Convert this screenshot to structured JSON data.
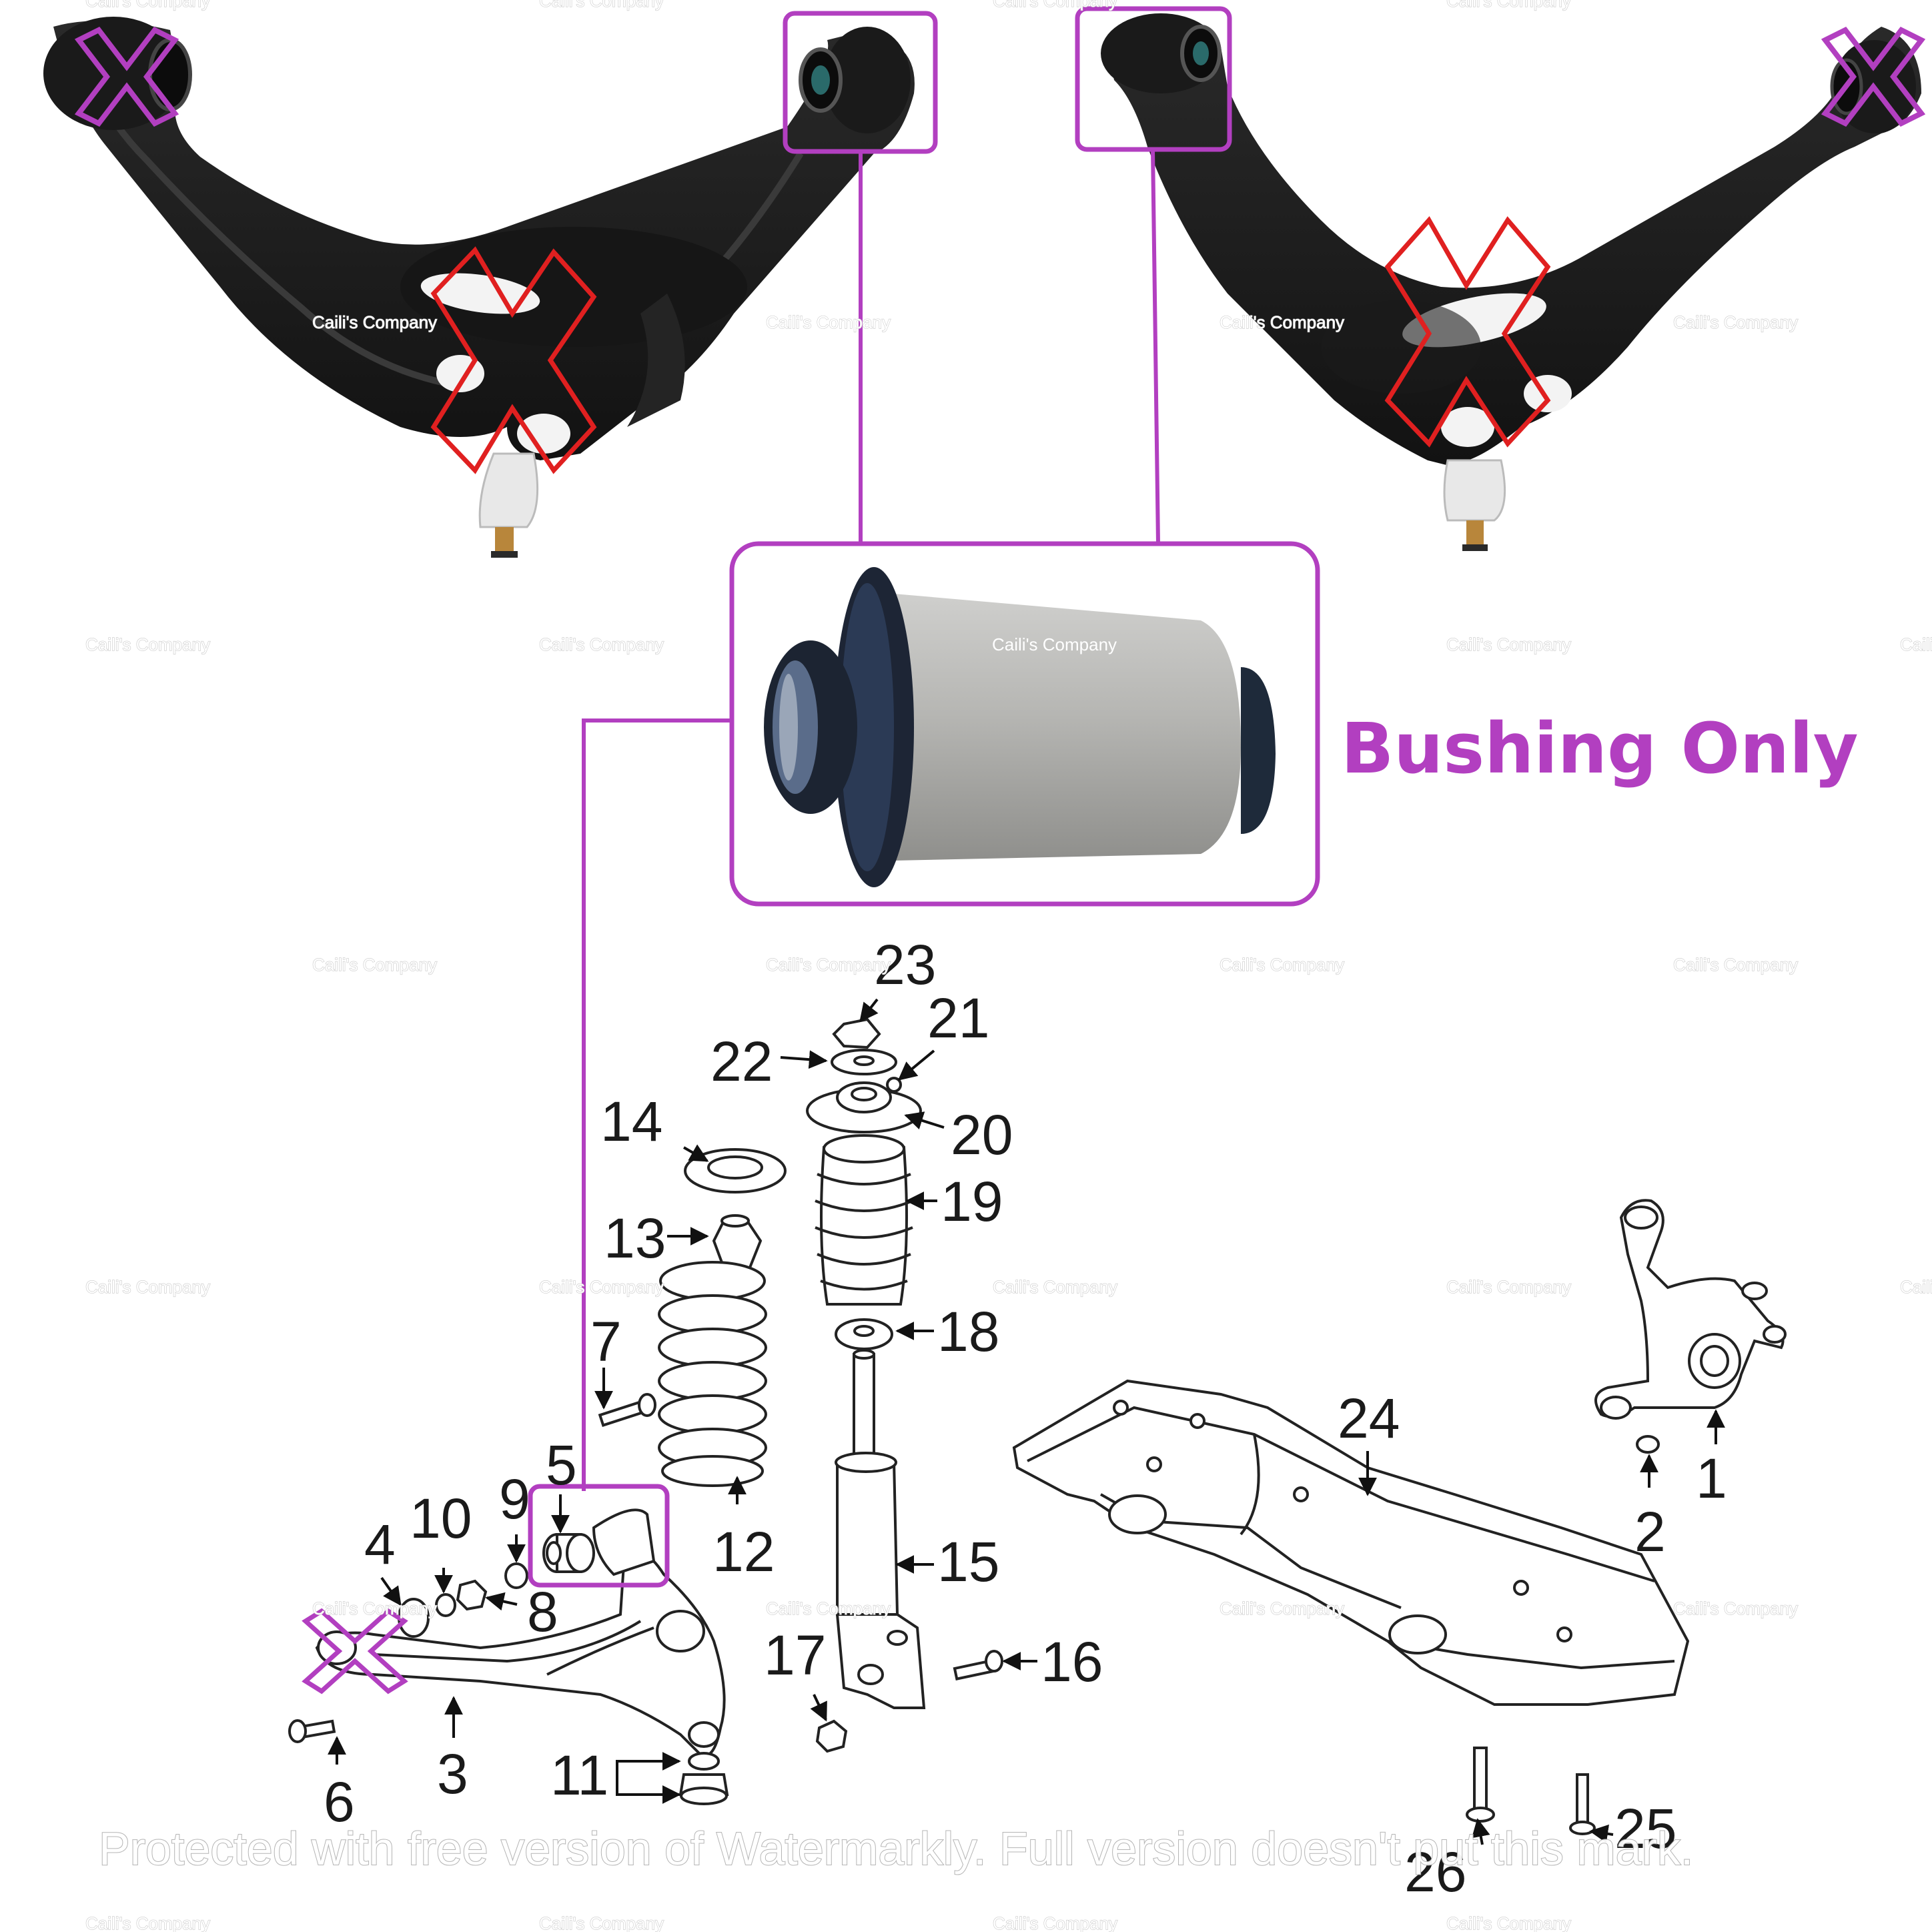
{
  "title": "Bushing Only",
  "colors": {
    "accent": "#b23fc0",
    "reject": "#e02020",
    "arm": "#1c1c1c",
    "bushing": "#a9a9a7"
  },
  "watermark_brand": "Caili's Company",
  "watermark_banner": "Protected with free version of Watermarkly. Full version doesn't put this mark.",
  "callouts": [
    "1",
    "2",
    "3",
    "4",
    "5",
    "6",
    "7",
    "8",
    "9",
    "10",
    "11",
    "12",
    "13",
    "14",
    "15",
    "16",
    "17",
    "18",
    "19",
    "20",
    "21",
    "22",
    "23",
    "24",
    "25",
    "26"
  ]
}
